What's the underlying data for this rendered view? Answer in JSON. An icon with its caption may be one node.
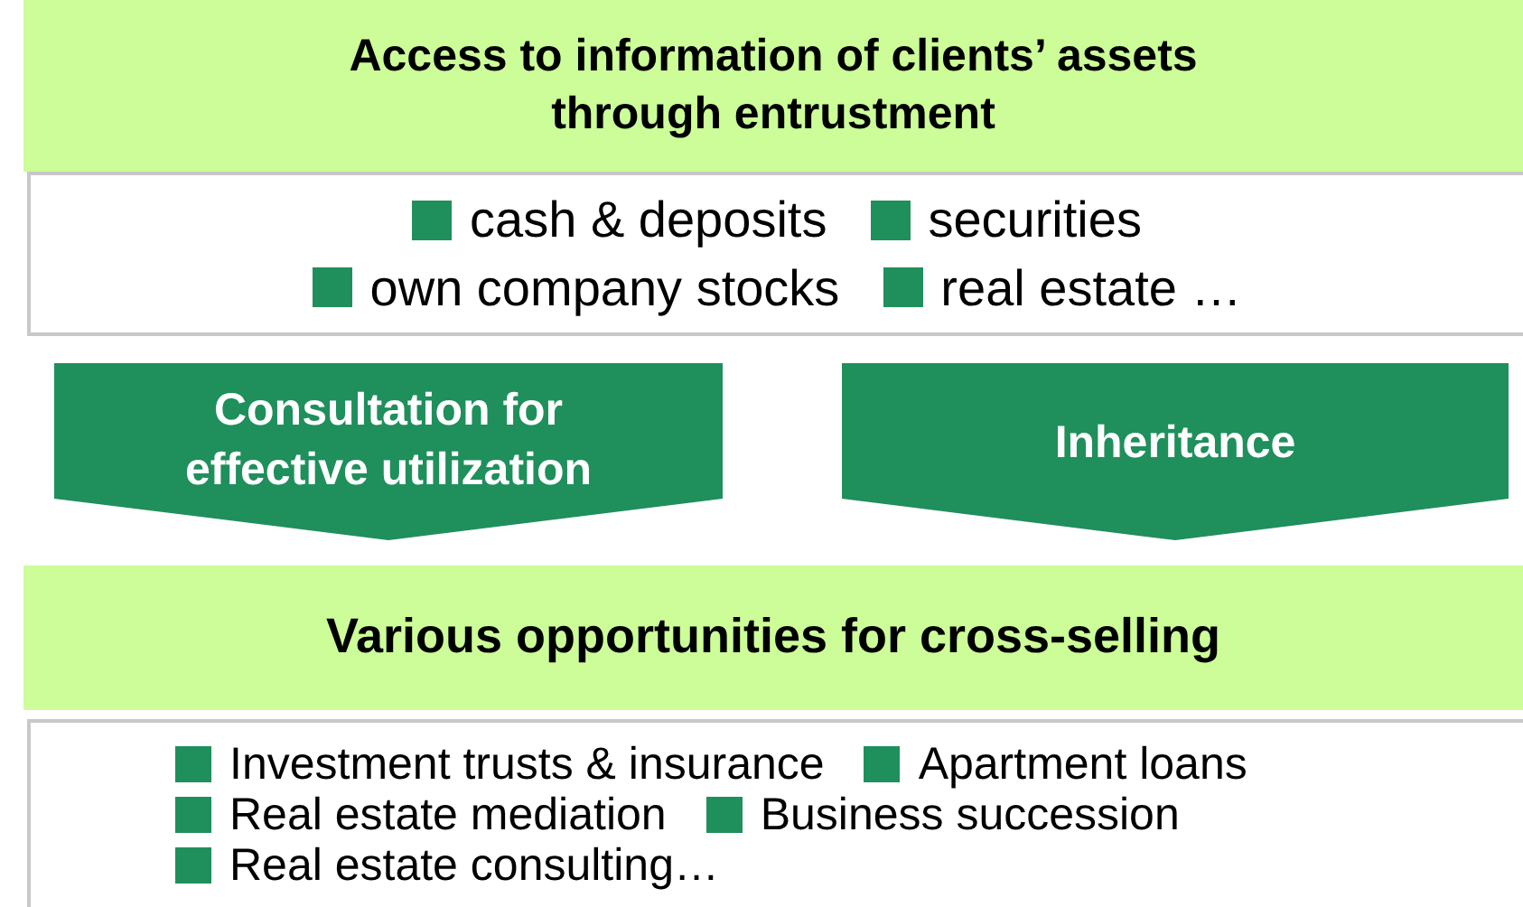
{
  "diagram": {
    "nodes": [
      {
        "text": [
          "Access to information of clients’ assets through entrustment"
        ]
      },
      {
        "text": [
          "cash & deposits",
          "securities",
          "own company stocks",
          "real estate …"
        ]
      },
      {
        "text": [
          "Various opportunities for cross-selling"
        ]
      },
      {
        "text": [
          "Investment trusts & insurance",
          "Apartment loans",
          "Real estate mediation",
          "Business succession",
          "Real estate consulting…"
        ]
      }
    ],
    "edges": [
      {
        "from": 1,
        "to": 2,
        "arrow": "to",
        "label": "Consultation for effective utilization"
      },
      {
        "from": 1,
        "to": 2,
        "arrow": "to",
        "label": "Inheritance"
      }
    ]
  }
}
